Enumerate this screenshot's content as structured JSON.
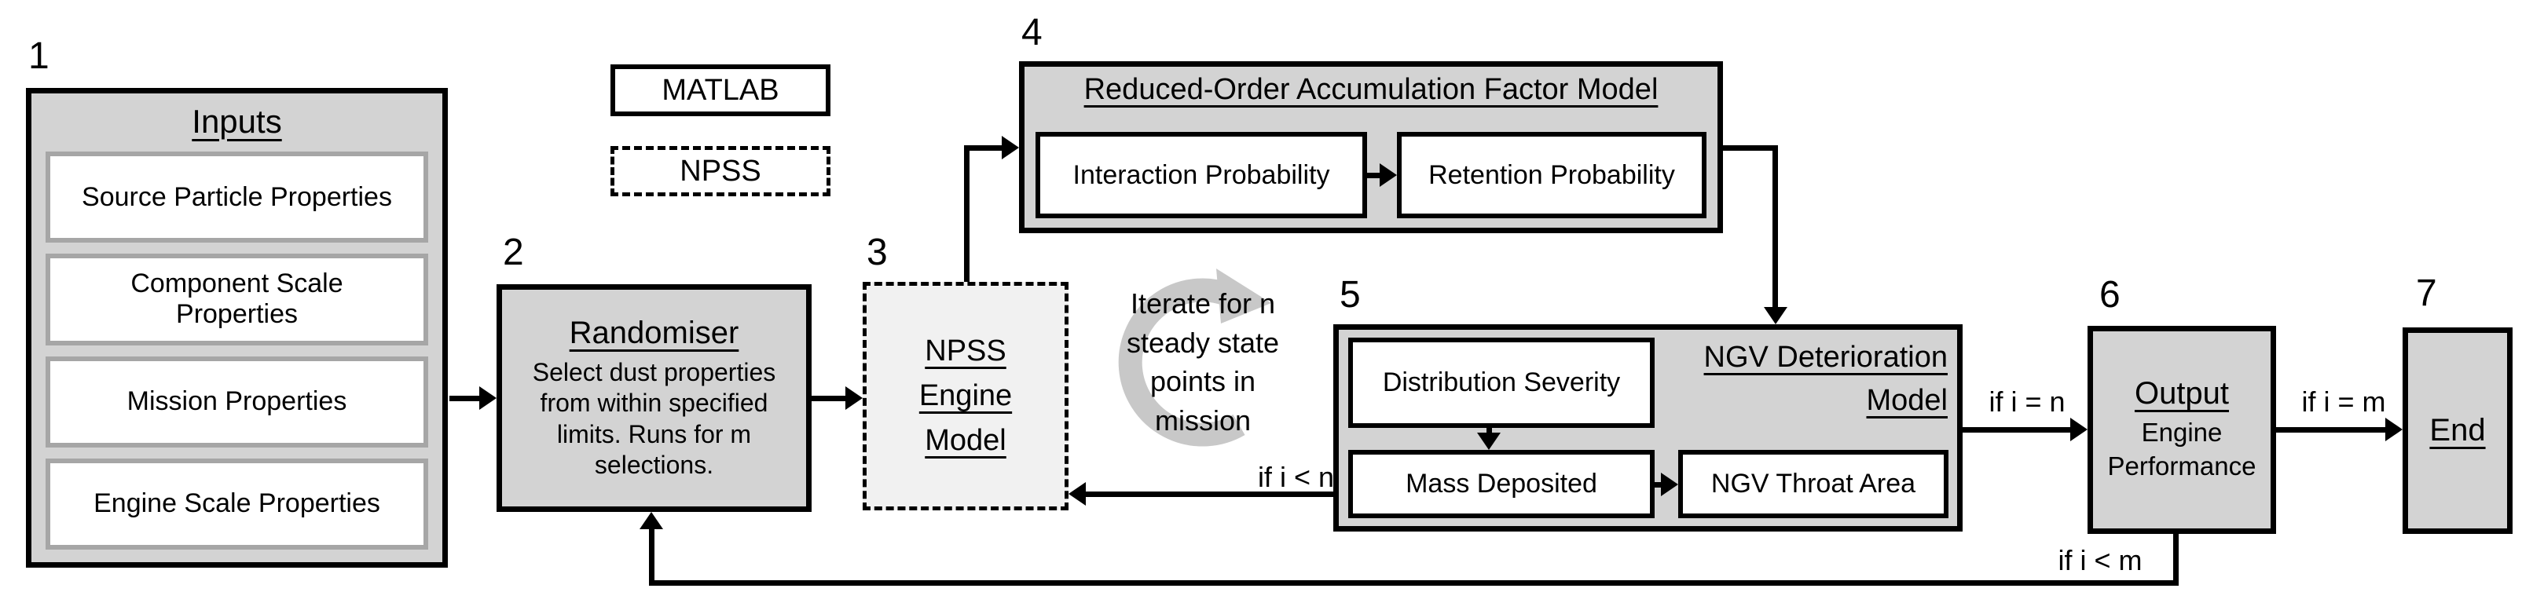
{
  "palette": {
    "box_fill": "#d3d3d3",
    "npss_box_fill": "#f1f1f1",
    "white": "#ffffff",
    "border_black": "#000000",
    "inner_border_gray": "#a6a6a6",
    "loop_icon_gray": "#c8c8c8"
  },
  "legend": {
    "matlab_label": "MATLAB",
    "npss_label": "NPSS"
  },
  "steps": {
    "s1": {
      "num": "1",
      "title": "Inputs",
      "items": [
        "Source Particle Properties",
        "Component Scale Properties",
        "Mission Properties",
        "Engine Scale Properties"
      ]
    },
    "s2": {
      "num": "2",
      "title": "Randomiser",
      "body": "Select dust properties from within specified limits. Runs for m selections."
    },
    "s3": {
      "num": "3",
      "lines": [
        "NPSS",
        "Engine",
        "Model"
      ]
    },
    "s4": {
      "num": "4",
      "title": "Reduced-Order Accumulation Factor Model",
      "items": [
        "Interaction Probability",
        "Retention Probability"
      ]
    },
    "s5": {
      "num": "5",
      "title_lines": [
        "NGV Deterioration",
        "Model"
      ],
      "items": [
        "Distribution Severity",
        "Mass Deposited",
        "NGV Throat Area"
      ]
    },
    "s6": {
      "num": "6",
      "title": "Output",
      "subtitle": "Engine Performance"
    },
    "s7": {
      "num": "7",
      "title": "End"
    }
  },
  "annotations": {
    "iterate_note": "Iterate for n steady state points in mission",
    "if_i_eq_n": "if i = n",
    "if_i_eq_m": "if i = m",
    "if_i_lt_n": "if i < n",
    "if_i_lt_m": "if i < m"
  }
}
